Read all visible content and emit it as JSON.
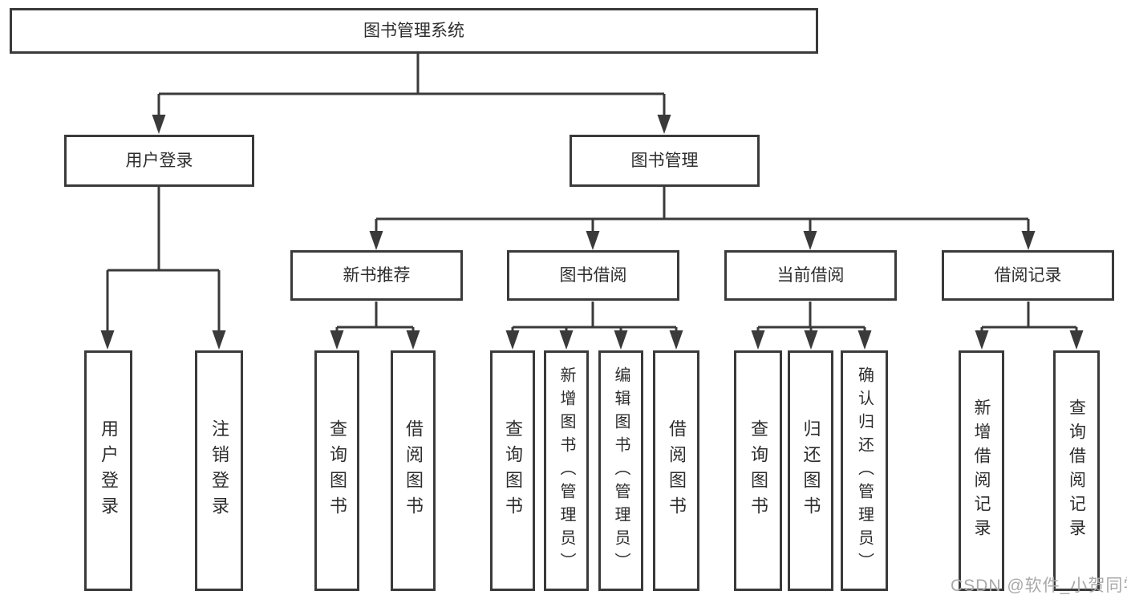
{
  "diagram_type": "functional-structure-tree",
  "colors": {
    "line": "#3a3a3a",
    "text": "#2d2d2d",
    "watermark": "#a9a9a9",
    "bg": "#ffffff"
  },
  "tree": {
    "label": "图书管理系统",
    "children": [
      {
        "label": "用户登录",
        "children": [
          {
            "label": "用户登录"
          },
          {
            "label": "注销登录"
          }
        ]
      },
      {
        "label": "图书管理",
        "children": [
          {
            "label": "新书推荐",
            "children": [
              {
                "label": "查询图书"
              },
              {
                "label": "借阅图书"
              }
            ]
          },
          {
            "label": "图书借阅",
            "children": [
              {
                "label": "查询图书"
              },
              {
                "label": "新增图书（管理员）"
              },
              {
                "label": "编辑图书（管理员）"
              },
              {
                "label": "借阅图书"
              }
            ]
          },
          {
            "label": "当前借阅",
            "children": [
              {
                "label": "查询图书"
              },
              {
                "label": "归还图书"
              },
              {
                "label": "确认归还（管理员）"
              }
            ]
          },
          {
            "label": "借阅记录",
            "children": [
              {
                "label": "新增借阅记录"
              },
              {
                "label": "查询借阅记录"
              }
            ]
          }
        ]
      }
    ]
  },
  "watermark": {
    "text": "CSDN @软件_小贺同学"
  }
}
